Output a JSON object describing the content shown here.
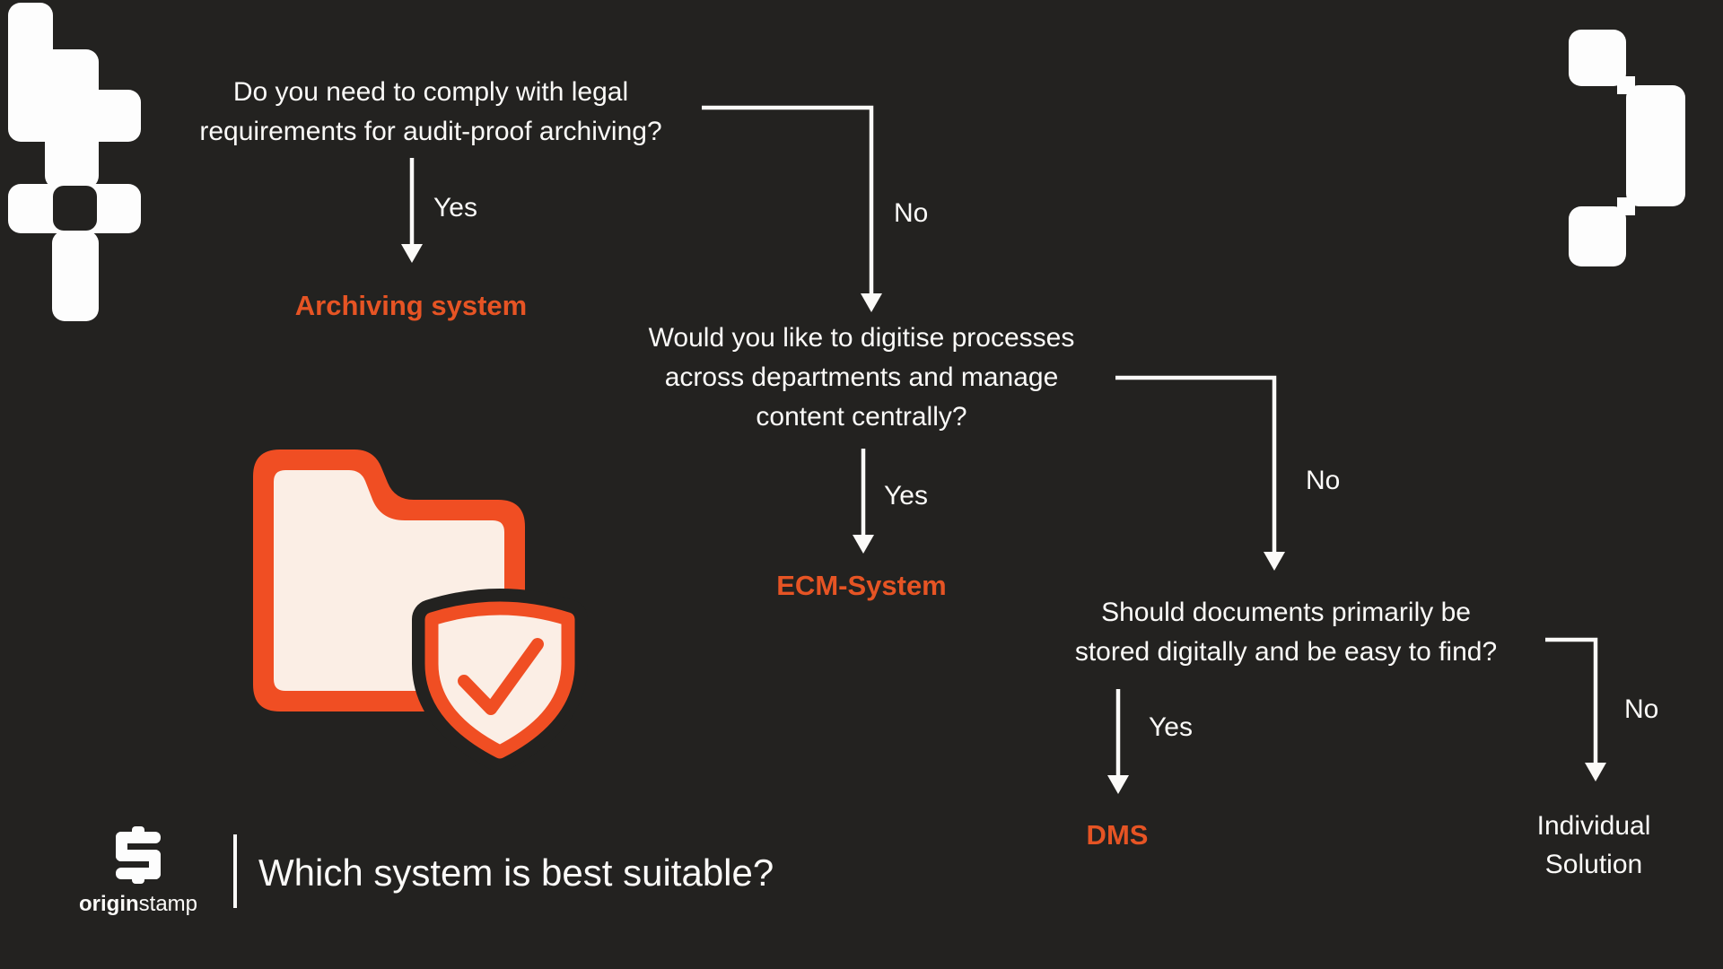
{
  "theme": {
    "background": "#232220",
    "text_white": "#fbfaf8",
    "accent_orange": "#e65424",
    "icon_orange": "#f04e23",
    "icon_cream": "#fbeee5",
    "decor_white": "#fdfdfd"
  },
  "header": {
    "title": "Which system is best suitable?"
  },
  "brand": {
    "wordmark_bold": "origin",
    "wordmark_regular": "stamp",
    "logo_icon": "originstamp-s-mark-icon"
  },
  "flowchart": {
    "questions": [
      {
        "lines": [
          "Do you need to comply with legal",
          "requirements for audit-proof archiving?"
        ]
      },
      {
        "lines": [
          "Would you like to digitise processes",
          "across departments and manage",
          "content centrally?"
        ]
      },
      {
        "lines": [
          "Should documents primarily be",
          "stored digitally and be easy to find?"
        ]
      }
    ],
    "branches": [
      {
        "from": "question-1",
        "label": "Yes",
        "to": "Archiving system"
      },
      {
        "from": "question-1",
        "label": "No",
        "to": "question-2"
      },
      {
        "from": "question-2",
        "label": "Yes",
        "to": "ECM-System"
      },
      {
        "from": "question-2",
        "label": "No",
        "to": "question-3"
      },
      {
        "from": "question-3",
        "label": "Yes",
        "to": "DMS"
      },
      {
        "from": "question-3",
        "label": "No",
        "to": "Individual Solution"
      }
    ],
    "outcomes": {
      "archiving": "Archiving system",
      "ecm": "ECM-System",
      "dms": "DMS",
      "individual_lines": [
        "Individual",
        "Solution"
      ]
    }
  },
  "icons": {
    "folder_shield": "folder-with-shield-check-icon",
    "decor_top_left": "pixel-blocks-decor-icon",
    "decor_top_right": "pixel-blocks-decor-icon"
  }
}
